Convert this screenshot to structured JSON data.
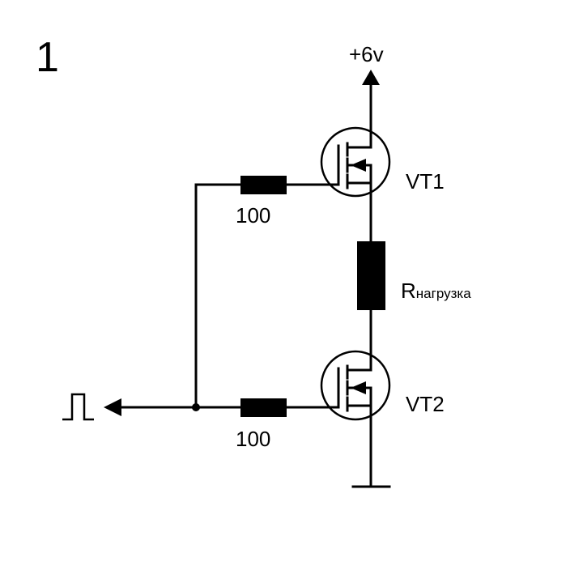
{
  "figure_number": "1",
  "supply_label": "+6v",
  "transistors": {
    "vt1": "VT1",
    "vt2": "VT2"
  },
  "gate_resistors": {
    "top": "100",
    "bottom": "100"
  },
  "load": {
    "main": "R",
    "subscript": "нагрузка"
  },
  "input_signal_icon": "square-pulse-icon"
}
